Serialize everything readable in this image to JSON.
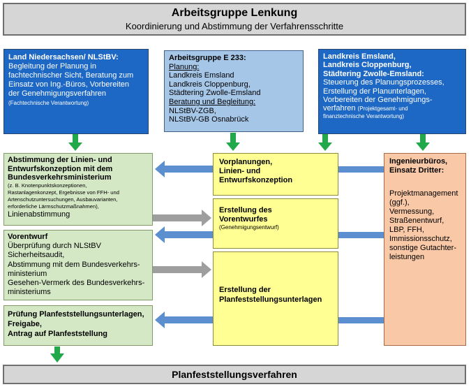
{
  "top": {
    "title": "Arbeitsgruppe Lenkung",
    "subtitle": "Koordinierung und Abstimmung der Verfahrensschritte"
  },
  "nlstbv": {
    "title": "Land Niedersachsen/ NLStBV:",
    "lines": [
      "Begleitung der Planung in",
      "fachtechnischer Sicht, Beratung zum",
      "Einsatz von Ing.-Büros, Vorbereiten",
      "der Genehmigungsverfahren"
    ],
    "note": "(Fachtechnische Verantwortung)"
  },
  "e233": {
    "title": "Arbeitsgruppe E 233:",
    "planung_label": "Planung:",
    "planung": [
      "Landkreis Emsland",
      "Landkreis Cloppenburg,",
      "Städtering Zwolle-Emsland"
    ],
    "beratung_label": "Beratung und Begleitung:",
    "beratung": [
      "NLStBV-ZGB,",
      "NLStBV-GB Osnabrück"
    ]
  },
  "landkreis": {
    "title_lines": [
      "Landkreis Emsland,",
      "Landkreis Cloppenburg,",
      "Städtering Zwolle-Emsland:"
    ],
    "lines": [
      "Steuerung des Planungsprozesses,",
      "Erstellung der Planunterlagen,",
      "Vorbereiten der Genehmigungs-",
      "verfahren"
    ],
    "note_inline": "(Projektgesamt- und",
    "note_line": "finanztechnische Verantwortung)"
  },
  "green1": {
    "title_lines": [
      "Abstimmung der Linien- und",
      "Entwurfskonzeption mit dem",
      "Bundesverkehrsministerium"
    ],
    "small": [
      "(z. B. Knotenpunktskonzeptionen,",
      "Rastanlagenkonzept, Ergebnisse von FFH- und",
      "Artenschutzuntersuchungen, Ausbauvarianten,",
      "erforderliche Lärmschutzmaßnahmen),"
    ],
    "last": "Linienabstimmung"
  },
  "green2": {
    "title": "Vorentwurf",
    "lines": [
      "Überprüfung durch NLStBV",
      "Sicherheitsaudit,",
      "Abstimmung mit dem Bundesverkehrs-",
      "ministerium",
      "Gesehen-Vermerk des Bundesverkehrs-",
      "ministeriums"
    ]
  },
  "green3": {
    "lines": [
      "Prüfung Planfeststellungsunterlagen,",
      "Freigabe,",
      "Antrag auf Planfeststellung"
    ]
  },
  "yellow1": {
    "lines": [
      "Vorplanungen,",
      "Linien- und",
      "Entwurfskonzeption"
    ]
  },
  "yellow2": {
    "lines": [
      "Erstellung des",
      "Vorentwurfes"
    ],
    "note": "(Genehmigungsentwurf)"
  },
  "yellow3": {
    "lines": [
      "Erstellung der",
      "Planfeststellungsunterlagen"
    ]
  },
  "ing": {
    "title_lines": [
      "Ingenieurbüros,",
      "Einsatz Dritter:"
    ],
    "lines": [
      "Projektmanagement",
      "(ggf.),",
      "Vermessung,",
      "Straßenentwurf,",
      "LBP, FFH,",
      "Immissionsschutz,",
      "sonstige Gutachter-",
      "leistungen"
    ]
  },
  "bottom": {
    "title": "Planfeststellungsverfahren"
  },
  "colors": {
    "green_arrow": "#21a84a",
    "blue_arrow": "#5b8fd0",
    "grey_arrow": "#9e9e9e"
  }
}
